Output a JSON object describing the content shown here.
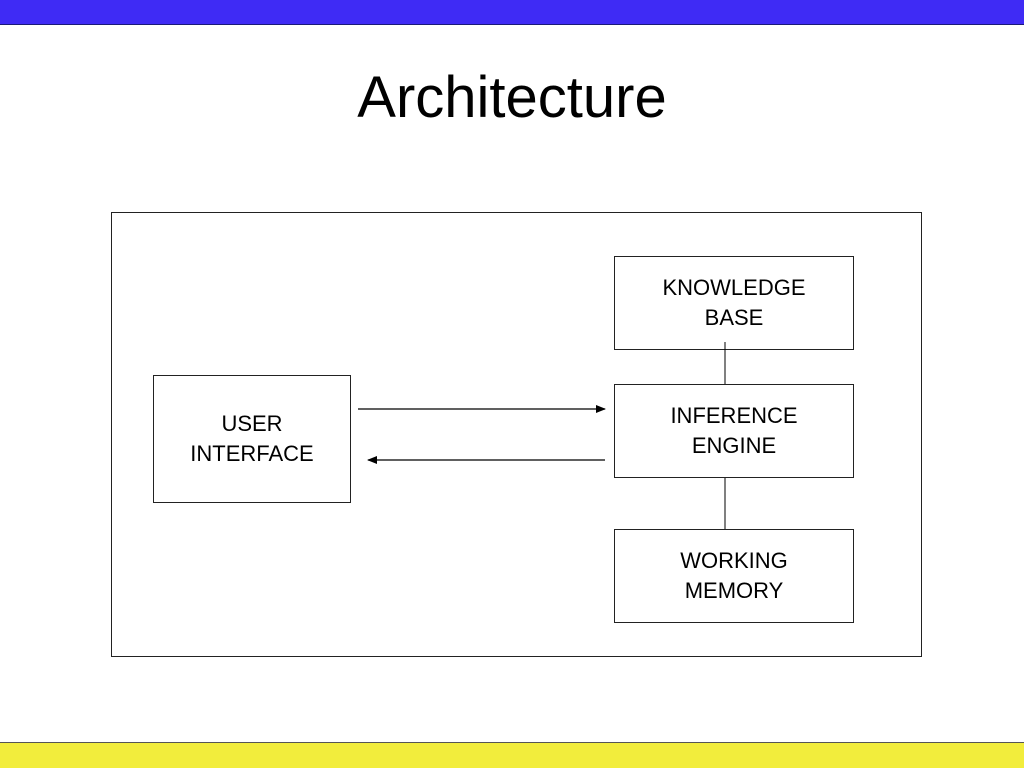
{
  "slide": {
    "title": "Architecture",
    "colors": {
      "top_band": "#3f2bf5",
      "bottom_band": "#f2ed3c"
    }
  },
  "diagram": {
    "nodes": {
      "knowledge_base": "KNOWLEDGE\nBASE",
      "inference_engine": "INFERENCE\nENGINE",
      "working_memory": "WORKING\nMEMORY",
      "user_interface": "USER\nINTERFACE"
    },
    "edges": [
      {
        "from": "user_interface",
        "to": "inference_engine",
        "type": "arrow"
      },
      {
        "from": "inference_engine",
        "to": "user_interface",
        "type": "arrow"
      },
      {
        "from": "knowledge_base",
        "to": "inference_engine",
        "type": "line"
      },
      {
        "from": "inference_engine",
        "to": "working_memory",
        "type": "line"
      }
    ]
  }
}
